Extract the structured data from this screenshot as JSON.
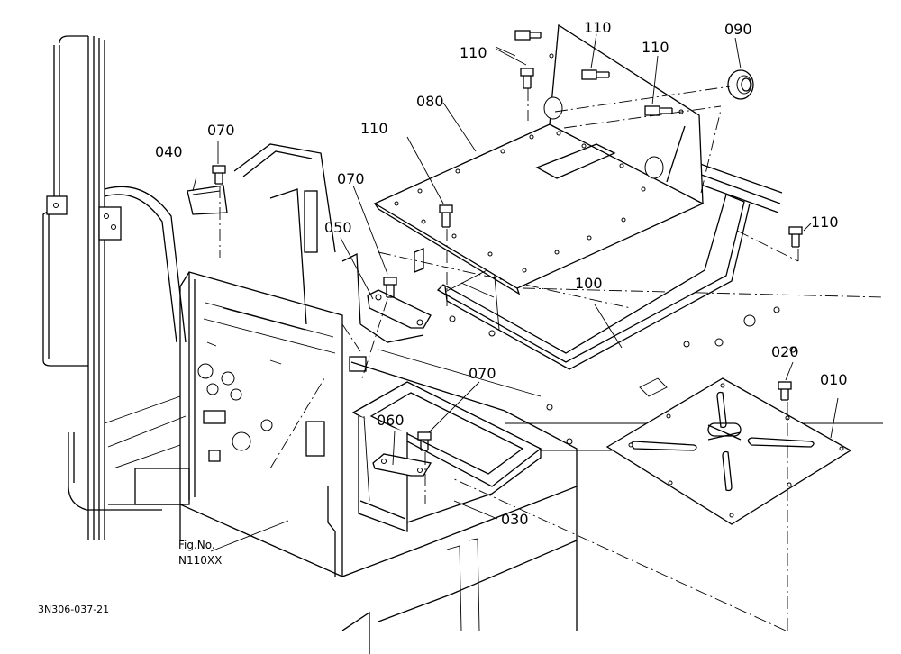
{
  "parts": [
    {
      "id": "p010",
      "label": "010"
    },
    {
      "id": "p020",
      "label": "020"
    },
    {
      "id": "p030",
      "label": "030"
    },
    {
      "id": "p040",
      "label": "040"
    },
    {
      "id": "p050",
      "label": "050"
    },
    {
      "id": "p060",
      "label": "060"
    },
    {
      "id": "p070a",
      "label": "070"
    },
    {
      "id": "p070b",
      "label": "070"
    },
    {
      "id": "p070c",
      "label": "070"
    },
    {
      "id": "p080",
      "label": "080"
    },
    {
      "id": "p090",
      "label": "090"
    },
    {
      "id": "p100",
      "label": "100"
    },
    {
      "id": "p110a",
      "label": "110"
    },
    {
      "id": "p110b",
      "label": "110"
    },
    {
      "id": "p110c",
      "label": "110"
    },
    {
      "id": "p110d",
      "label": "110"
    },
    {
      "id": "p110e",
      "label": "110"
    }
  ],
  "figure_ref": {
    "line1": "Fig.No.",
    "line2": "N110XX"
  },
  "drawing_code": "3N306-037-21"
}
